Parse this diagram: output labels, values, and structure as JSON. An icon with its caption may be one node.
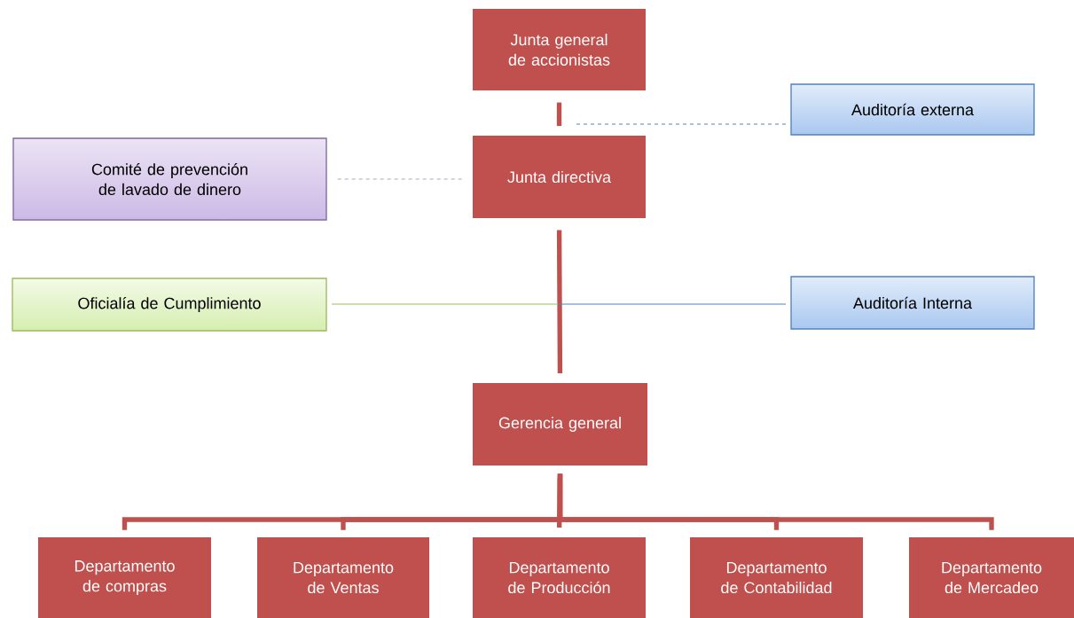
{
  "diagram": {
    "nodes": [
      {
        "text": [
          "Junta general de accionistas"
        ]
      },
      {
        "text": [
          "Auditoría externa"
        ]
      },
      {
        "text": [
          "Comité de prevención de lavado de dinero"
        ]
      },
      {
        "text": [
          "Junta directiva"
        ]
      },
      {
        "text": [
          "Oficialía de Cumplimiento"
        ]
      },
      {
        "text": [
          "Auditoría Interna"
        ]
      },
      {
        "text": [
          "Gerencia general"
        ]
      },
      {
        "text": [
          "Departamento de compras"
        ]
      },
      {
        "text": [
          "Departamento de Ventas"
        ]
      },
      {
        "text": [
          "Departamento de Producción"
        ]
      },
      {
        "text": [
          "Departamento de Contabilidad"
        ]
      },
      {
        "text": [
          "Departamento de Mercadeo"
        ]
      }
    ],
    "edges": [
      {
        "from": 0,
        "to": 3,
        "arrow": "none"
      },
      {
        "from": 1,
        "to": 3,
        "arrow": "none",
        "style": "dashed",
        "color": "#4f81bd"
      },
      {
        "from": 2,
        "to": 3,
        "arrow": "none",
        "style": "dashed",
        "color": "#b3a2c7"
      },
      {
        "from": 3,
        "to": 6,
        "arrow": "none"
      },
      {
        "from": 4,
        "to": null,
        "arrow": "none",
        "color": "#9bbb59"
      },
      {
        "from": 5,
        "to": null,
        "arrow": "none",
        "color": "#4f81bd"
      },
      {
        "from": 6,
        "to": 7,
        "arrow": "none"
      },
      {
        "from": 6,
        "to": 8,
        "arrow": "none"
      },
      {
        "from": 6,
        "to": 9,
        "arrow": "none"
      },
      {
        "from": 6,
        "to": 10,
        "arrow": "none"
      },
      {
        "from": 6,
        "to": 11,
        "arrow": "none"
      }
    ]
  }
}
